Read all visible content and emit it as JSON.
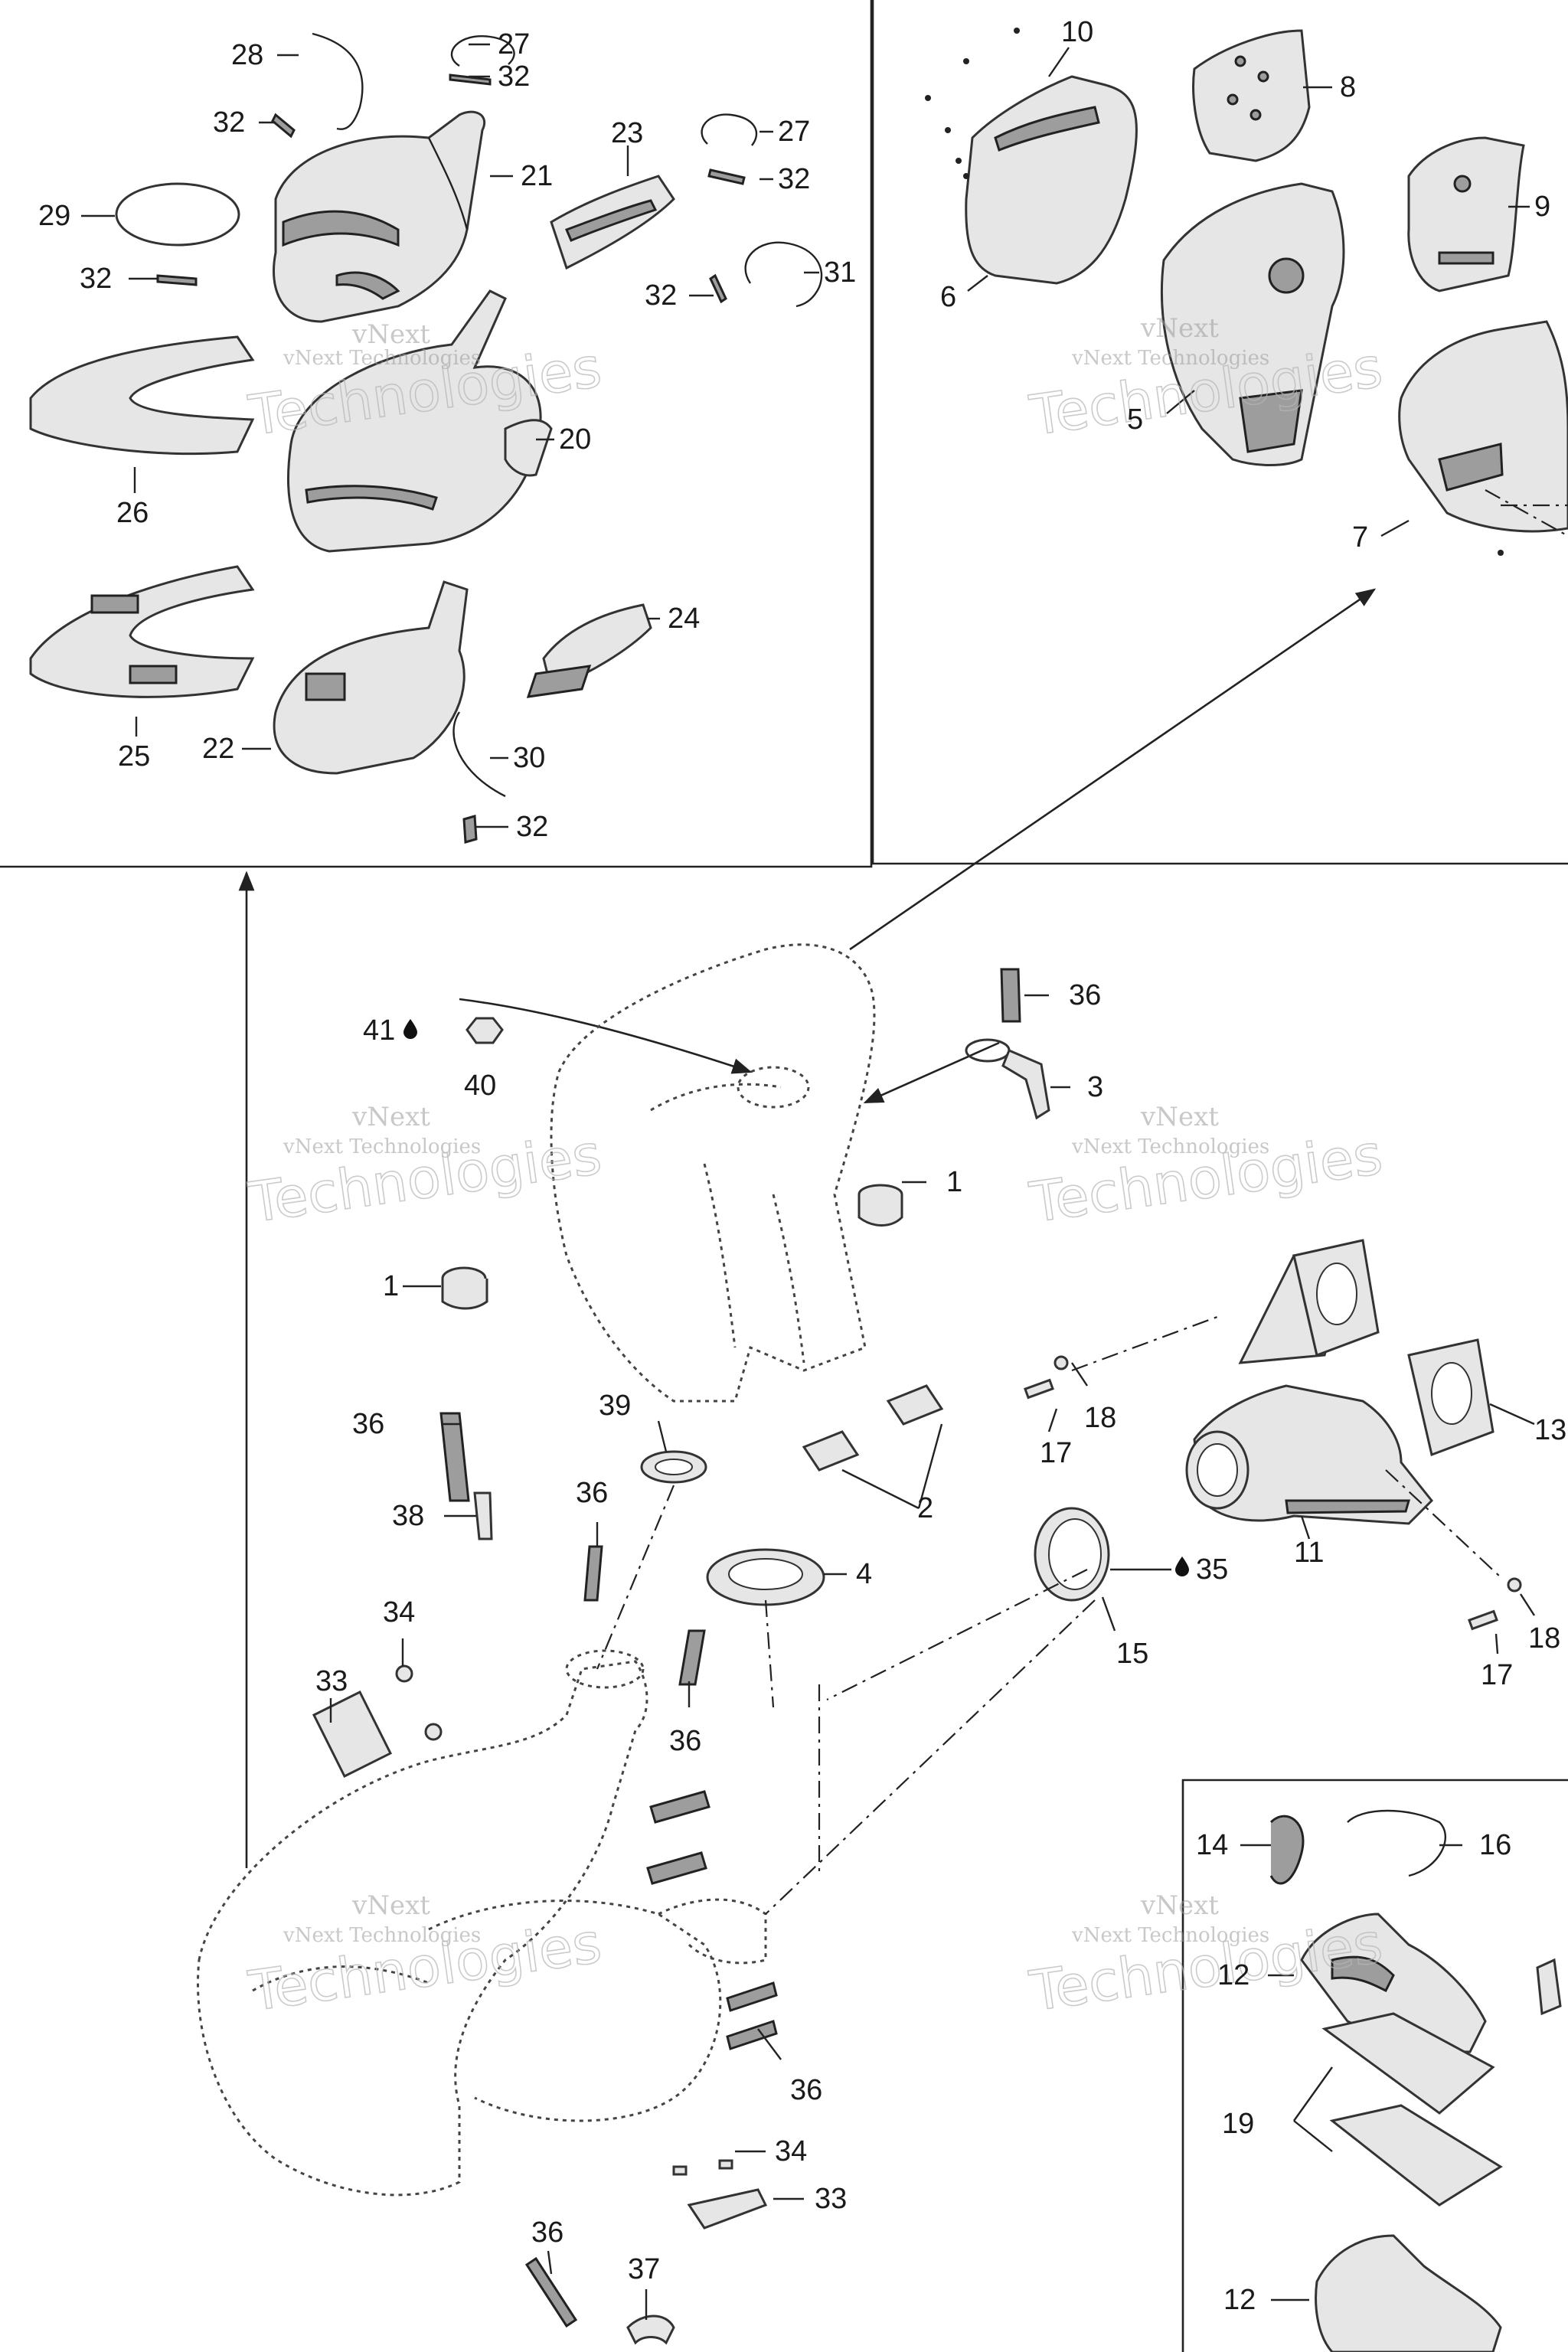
{
  "watermark": {
    "line1": "vNext",
    "line2": "vNext Technologies",
    "line3": "Technologies"
  },
  "callouts": [
    {
      "id": "c28",
      "text": "28"
    },
    {
      "id": "c27a",
      "text": "27"
    },
    {
      "id": "c32a",
      "text": "32"
    },
    {
      "id": "c32b",
      "text": "32"
    },
    {
      "id": "c21",
      "text": "21"
    },
    {
      "id": "c23",
      "text": "23"
    },
    {
      "id": "c27b",
      "text": "27"
    },
    {
      "id": "c32c",
      "text": "32"
    },
    {
      "id": "c29",
      "text": "29"
    },
    {
      "id": "c32d",
      "text": "32"
    },
    {
      "id": "c32e",
      "text": "32"
    },
    {
      "id": "c31",
      "text": "31"
    },
    {
      "id": "c20",
      "text": "20"
    },
    {
      "id": "c26",
      "text": "26"
    },
    {
      "id": "c24",
      "text": "24"
    },
    {
      "id": "c25",
      "text": "25"
    },
    {
      "id": "c22",
      "text": "22"
    },
    {
      "id": "c30",
      "text": "30"
    },
    {
      "id": "c32f",
      "text": "32"
    },
    {
      "id": "c10",
      "text": "10"
    },
    {
      "id": "c8",
      "text": "8"
    },
    {
      "id": "c9",
      "text": "9"
    },
    {
      "id": "c6",
      "text": "6"
    },
    {
      "id": "c5",
      "text": "5"
    },
    {
      "id": "c7",
      "text": "7"
    },
    {
      "id": "c36a",
      "text": "36"
    },
    {
      "id": "c41",
      "text": "41"
    },
    {
      "id": "c40",
      "text": "40"
    },
    {
      "id": "c3",
      "text": "3"
    },
    {
      "id": "c1a",
      "text": "1"
    },
    {
      "id": "c1b",
      "text": "1"
    },
    {
      "id": "c36b",
      "text": "36"
    },
    {
      "id": "c38",
      "text": "38"
    },
    {
      "id": "c39",
      "text": "39"
    },
    {
      "id": "c36c",
      "text": "36"
    },
    {
      "id": "c2",
      "text": "2"
    },
    {
      "id": "c4",
      "text": "4"
    },
    {
      "id": "c18a",
      "text": "18"
    },
    {
      "id": "c17a",
      "text": "17"
    },
    {
      "id": "c13",
      "text": "13"
    },
    {
      "id": "c11",
      "text": "11"
    },
    {
      "id": "c35",
      "text": "35"
    },
    {
      "id": "c15",
      "text": "15"
    },
    {
      "id": "c17b",
      "text": "17"
    },
    {
      "id": "c18b",
      "text": "18"
    },
    {
      "id": "c33a",
      "text": "33"
    },
    {
      "id": "c34a",
      "text": "34"
    },
    {
      "id": "c36d",
      "text": "36"
    },
    {
      "id": "c14",
      "text": "14"
    },
    {
      "id": "c16",
      "text": "16"
    },
    {
      "id": "c12a",
      "text": "12"
    },
    {
      "id": "c36e",
      "text": "36"
    },
    {
      "id": "c19",
      "text": "19"
    },
    {
      "id": "c34b",
      "text": "34"
    },
    {
      "id": "c33b",
      "text": "33"
    },
    {
      "id": "c36f",
      "text": "36"
    },
    {
      "id": "c37",
      "text": "37"
    },
    {
      "id": "c12b",
      "text": "12"
    }
  ],
  "colors": {
    "line": "#222222",
    "part_fill": "#e6e6e6",
    "part_shade": "#9d9d9d",
    "watermark": "#9a9a9a"
  }
}
